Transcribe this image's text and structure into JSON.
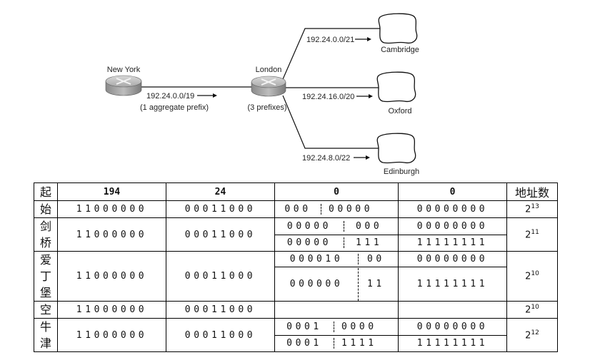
{
  "diagram": {
    "nodes": {
      "new_york": {
        "label": "New York"
      },
      "london": {
        "label": "London",
        "note": "(3 prefixes)"
      },
      "cambridge": {
        "label": "Cambridge"
      },
      "oxford": {
        "label": "Oxford"
      },
      "edinburgh": {
        "label": "Edinburgh"
      }
    },
    "links": {
      "ny_london": {
        "prefix": "192.24.0.0/19",
        "note": "(1 aggregate prefix)"
      },
      "london_cambridge": {
        "prefix": "192.24.0.0/21"
      },
      "london_oxford": {
        "prefix": "192.24.16.0/20"
      },
      "london_edinburgh": {
        "prefix": "192.24.8.0/22"
      }
    }
  },
  "table": {
    "headers": {
      "octet1": "194",
      "octet2": "24",
      "octet3": "0",
      "octet4": "0",
      "count": "地址数"
    },
    "rows": {
      "start": {
        "name_top": "起",
        "name_bottom": "始",
        "octet1": "11000000",
        "octet2": "00011000",
        "octet3_left": "000",
        "octet3_right": "00000",
        "octet4": "00000000",
        "count_base": "2",
        "count_exp": "13"
      },
      "cambridge": {
        "name": [
          "剑",
          "桥"
        ],
        "octet1": "11000000",
        "octet2": "00011000",
        "first": {
          "octet3_left": "00000",
          "octet3_right": "000",
          "octet4": "00000000"
        },
        "last": {
          "octet3_left": "00000",
          "octet3_right": "111",
          "octet4": "11111111"
        },
        "count_base": "2",
        "count_exp": "11"
      },
      "edinburgh": {
        "name": [
          "爱",
          "丁",
          "堡"
        ],
        "octet1": "11000000",
        "octet2": "00011000",
        "first": {
          "octet3_left": "000010",
          "octet3_right": "00",
          "octet4": "00000000"
        },
        "last": {
          "octet3_left": "000000",
          "octet3_right": "11",
          "octet4": "11111111"
        },
        "count_base": "2",
        "count_exp": "10"
      },
      "empty": {
        "name": "空",
        "octet1": "11000000",
        "octet2": "00011000",
        "octet3": "",
        "octet4": "",
        "count_base": "2",
        "count_exp": "10"
      },
      "oxford": {
        "name": [
          "牛",
          "津"
        ],
        "octet1": "11000000",
        "octet2": "00011000",
        "first": {
          "octet3_left": "0001",
          "octet3_right": "0000",
          "octet4": "00000000"
        },
        "last": {
          "octet3_left": "0001",
          "octet3_right": "1111",
          "octet4": "11111111"
        },
        "count_base": "2",
        "count_exp": "12"
      }
    }
  }
}
